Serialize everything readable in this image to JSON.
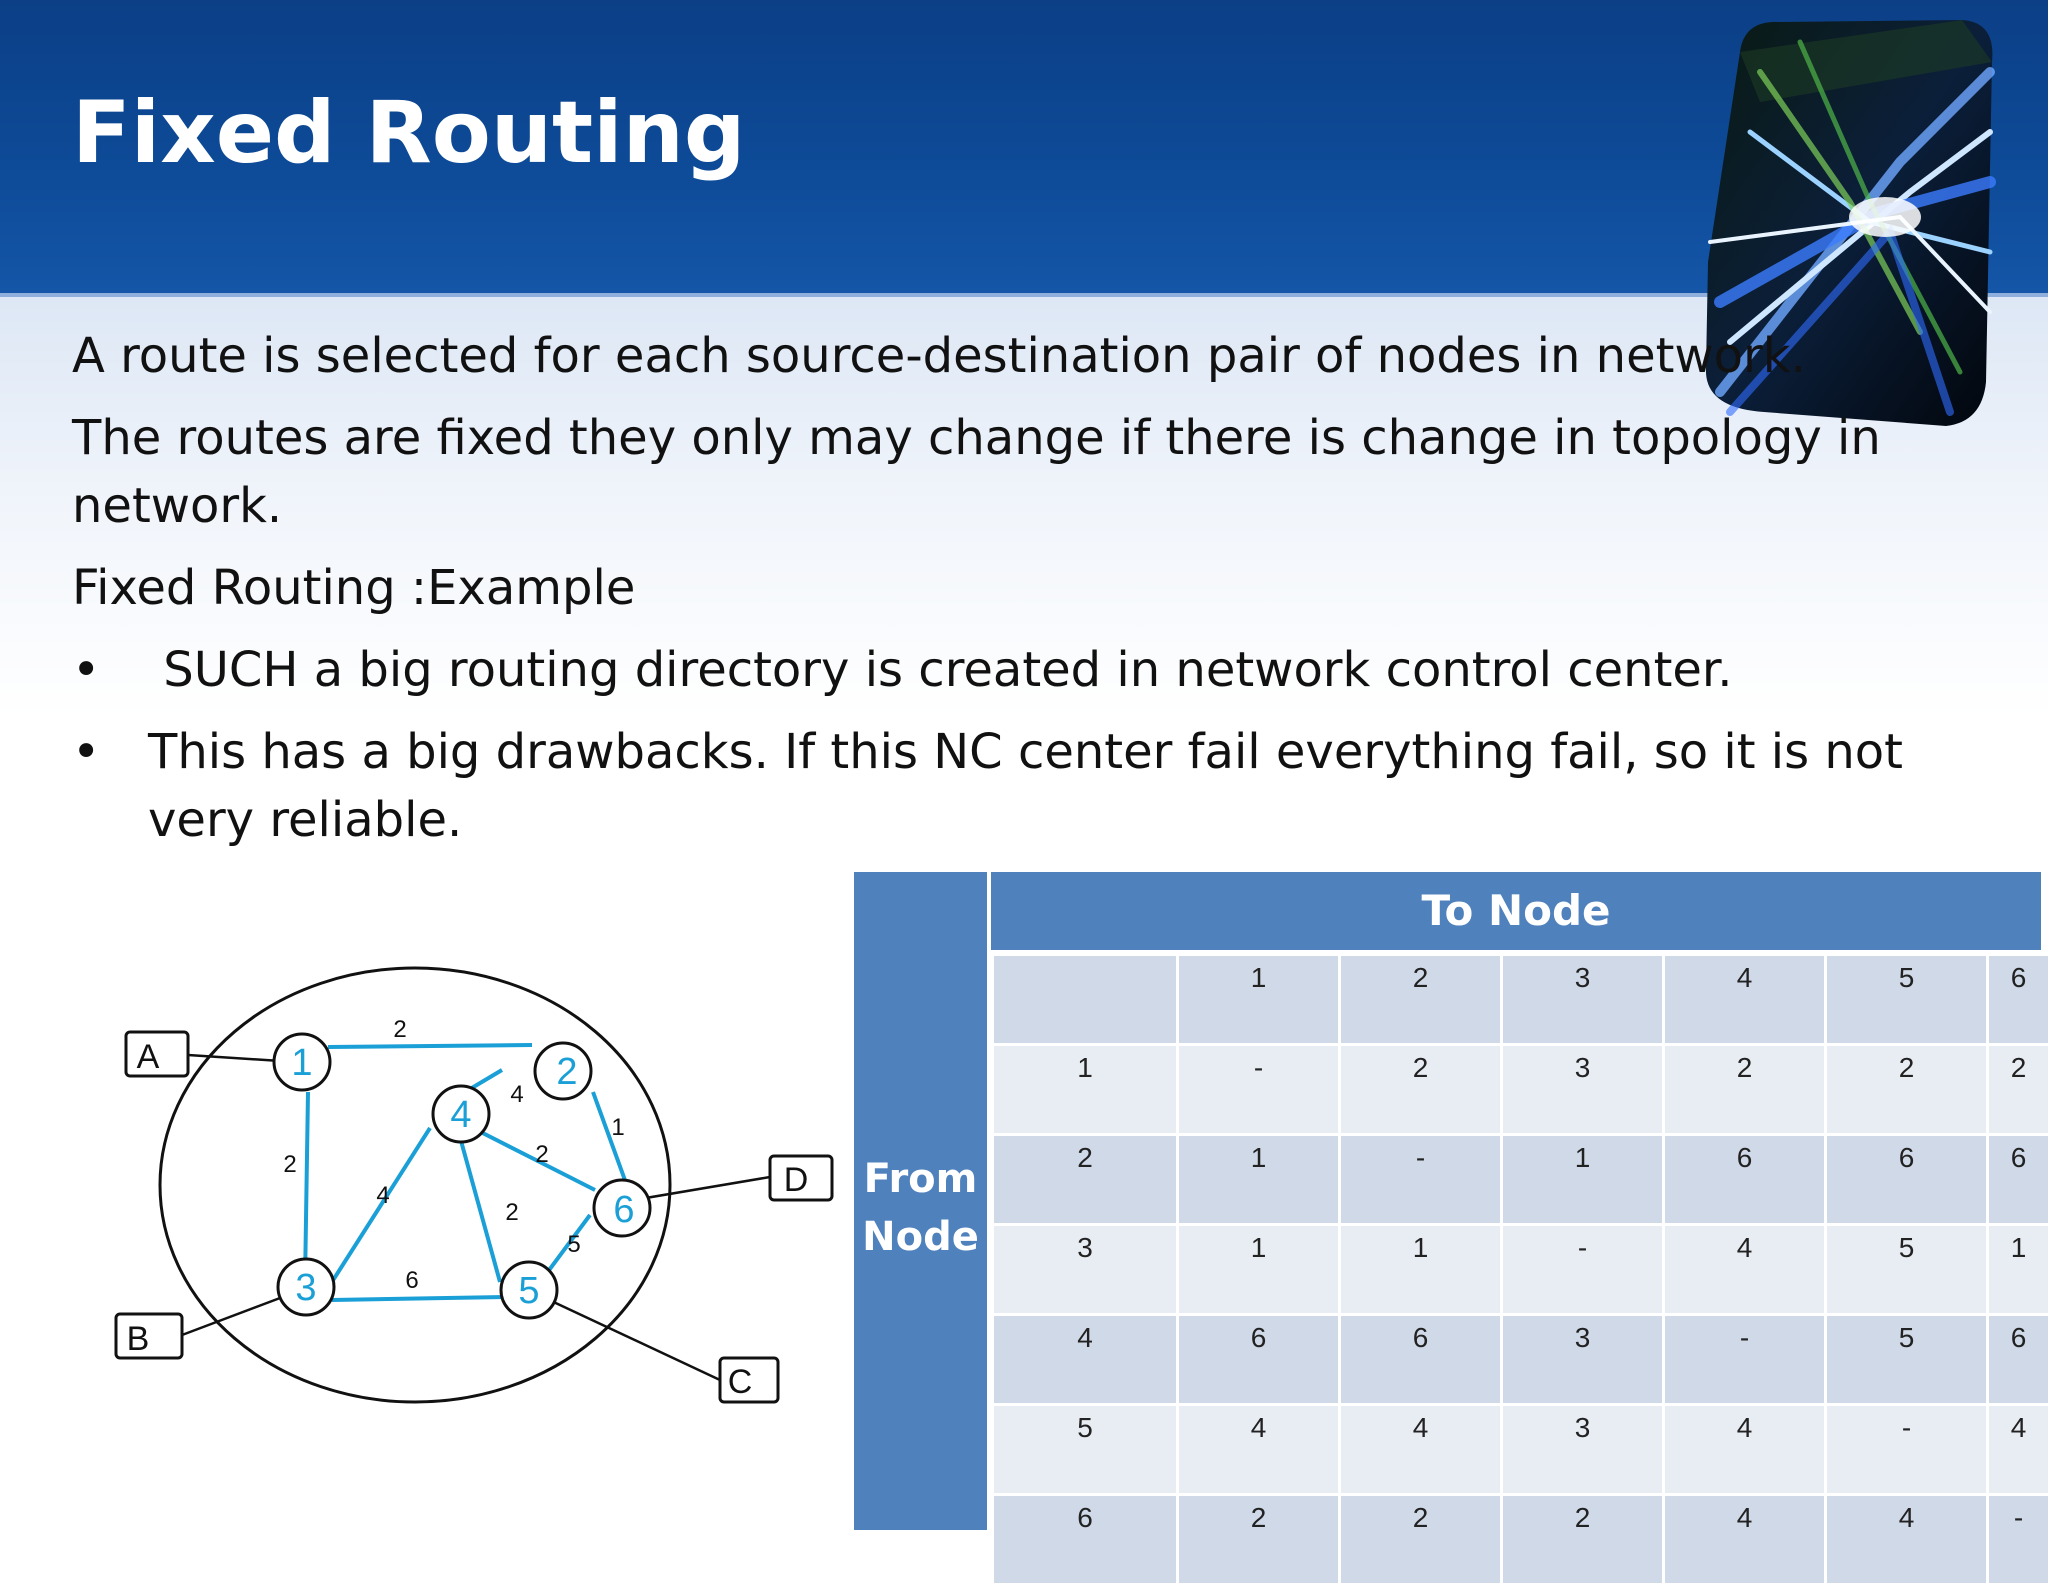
{
  "slide": {
    "title": "Fixed Routing",
    "paragraph1": "A route is selected for each source-destination pair of nodes in network.",
    "paragraph2": "The routes are fixed they only may change if there is change in topology in network.",
    "paragraph3": "Fixed Routing :Example",
    "bullets": [
      " SUCH a big routing directory is created in network control center.",
      "This has a big drawbacks. If this NC center fail everything fail, so it is not very reliable."
    ],
    "bullet_symbol": "•"
  },
  "diagram": {
    "nodes": [
      "1",
      "2",
      "3",
      "4",
      "5",
      "6"
    ],
    "hosts": [
      "A",
      "B",
      "C",
      "D"
    ],
    "edge_weights": {
      "n1_n2": "2",
      "n1_n3": "2",
      "n4_n2": "4",
      "n2_n6": "1",
      "n4_n6": "2",
      "n4_n3": "4",
      "n4_n5": "2",
      "n5_n6": "5",
      "n3_n5": "6"
    },
    "link_color": "#1a9fd6"
  },
  "table": {
    "to_header": "To Node",
    "from_header_line1": "From",
    "from_header_line2": "Node",
    "columns": [
      "",
      "1",
      "2",
      "3",
      "4",
      "5",
      "6"
    ],
    "rows": [
      [
        "1",
        "-",
        "2",
        "3",
        "2",
        "2",
        "2"
      ],
      [
        "2",
        "1",
        "-",
        "1",
        "6",
        "6",
        "6"
      ],
      [
        "3",
        "1",
        "1",
        "-",
        "4",
        "5",
        "1"
      ],
      [
        "4",
        "6",
        "6",
        "3",
        "-",
        "5",
        "6"
      ],
      [
        "5",
        "4",
        "4",
        "3",
        "4",
        "-",
        "4"
      ],
      [
        "6",
        "2",
        "2",
        "2",
        "4",
        "4",
        "-"
      ]
    ],
    "header_color": "#4f81bd"
  }
}
